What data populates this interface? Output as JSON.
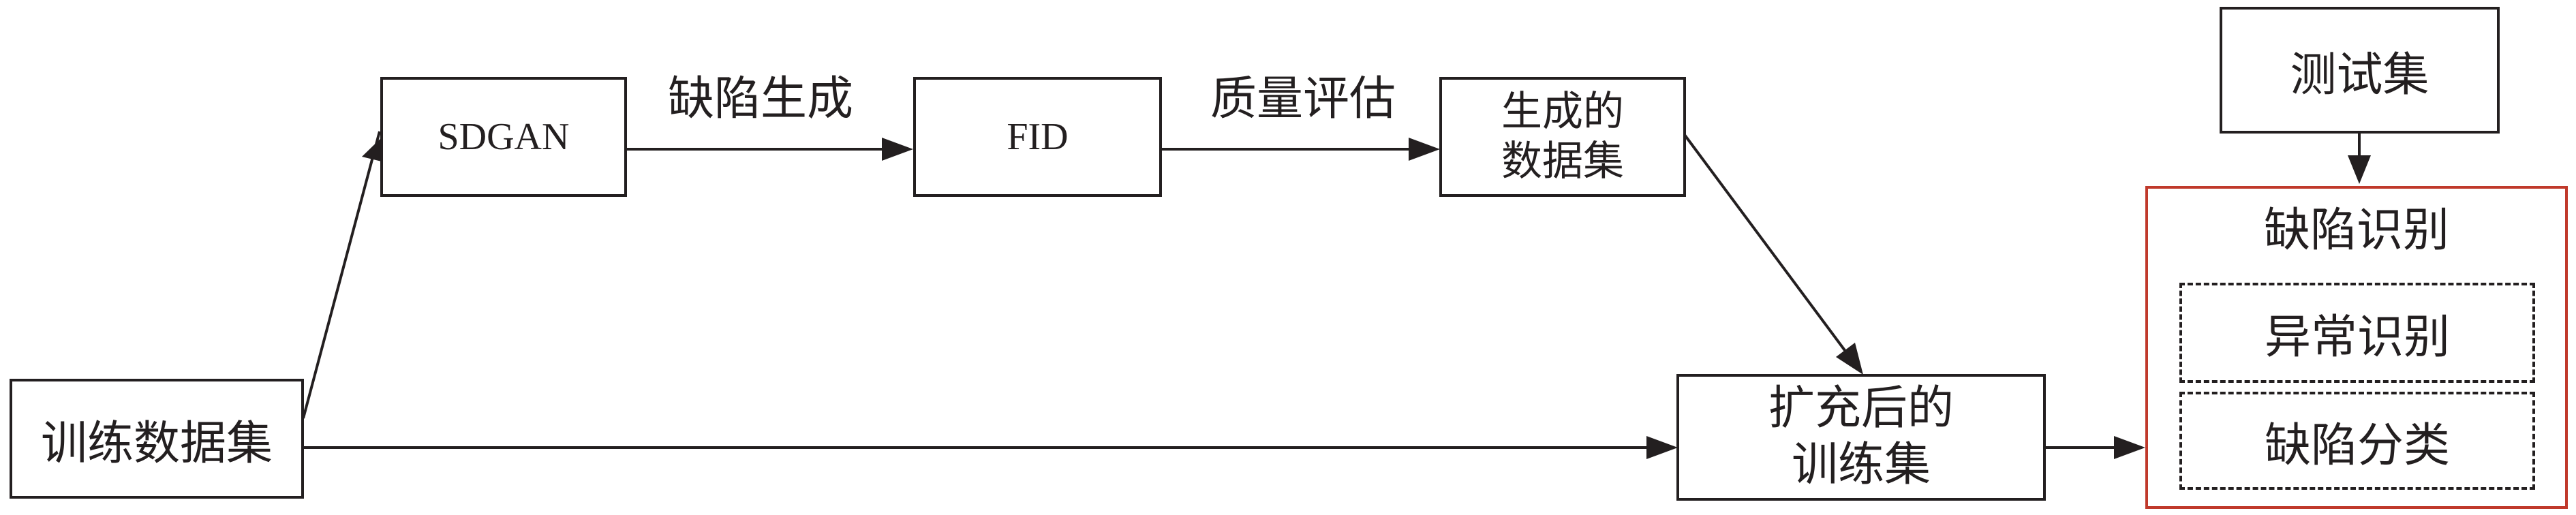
{
  "nodes": {
    "train_set": "训练数据集",
    "sdgan": "SDGAN",
    "fid": "FID",
    "generated_line1": "生成的",
    "generated_line2": "数据集",
    "expanded_line1": "扩充后的",
    "expanded_line2": "训练集",
    "test_set": "测试集",
    "defect_recognition": "缺陷识别",
    "anomaly_recognition": "异常识别",
    "defect_classification": "缺陷分类"
  },
  "edges": {
    "defect_generation": "缺陷生成",
    "quality_evaluation": "质量评估"
  },
  "colors": {
    "stroke": "#231f20",
    "highlight_border": "#c0392b"
  }
}
